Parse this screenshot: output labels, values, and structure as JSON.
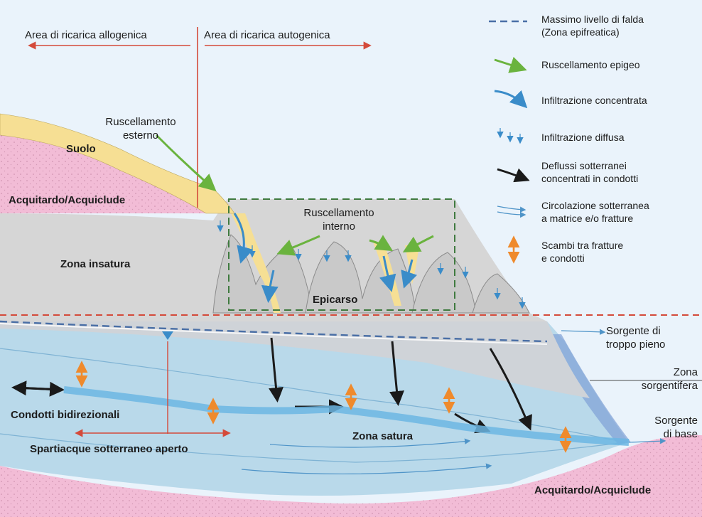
{
  "colors": {
    "sky": "#e9f2fa",
    "soil": "#f6df94",
    "aquitard": "#f2bcd6",
    "unsaturated": "#d6d6d6",
    "saturated": "#b9d9ea",
    "water_table": "#4a6fa6",
    "upper_red": "#d44a3a",
    "runoff_green": "#6ab33e",
    "infiltration_blue": "#3a8cc9",
    "conduit_black": "#1a1a1a",
    "exchange_orange": "#ef8a2c",
    "epikarst_box": "#3f7a3f"
  },
  "top_labels": {
    "allogenic": "Area di ricarica allogenica",
    "autogenic": "Area di ricarica autogenica"
  },
  "zones": {
    "suolo": "Suolo",
    "aquitard_top": "Acquitardo/Acquiclude",
    "insatura": "Zona insatura",
    "epicarso": "Epicarso",
    "satura": "Zona satura",
    "aquitard_bottom": "Acquitardo/Acquiclude"
  },
  "flow_labels": {
    "ruscellamento_esterno": [
      "Ruscellamento",
      "esterno"
    ],
    "ruscellamento_interno": [
      "Ruscellamento",
      "interno"
    ],
    "condotti_bidirezionali": "Condotti bidirezionali",
    "spartiacque": "Spartiacque sotterraneo aperto"
  },
  "spring_labels": {
    "troppo_pieno": [
      "Sorgente di",
      "troppo pieno"
    ],
    "sorgentifera": [
      "Zona",
      "sorgentifera"
    ],
    "base": [
      "Sorgente",
      "di base"
    ]
  },
  "legend": [
    {
      "icon": "dashed-line-icon",
      "lines": [
        "Massimo livello di falda",
        "(Zona epifreatica)"
      ]
    },
    {
      "icon": "green-arrow-icon",
      "lines": [
        "Ruscellamento epigeo"
      ]
    },
    {
      "icon": "blue-curved-arrow-icon",
      "lines": [
        "Infiltrazione concentrata"
      ]
    },
    {
      "icon": "small-blue-arrows-icon",
      "lines": [
        "Infiltrazione diffusa"
      ]
    },
    {
      "icon": "black-arrow-icon",
      "lines": [
        "Deflussi sotterranei",
        "concentrati in condotti"
      ]
    },
    {
      "icon": "thin-blue-arrows-icon",
      "lines": [
        "Circolazione sotterranea",
        "a matrice e/o fratture"
      ]
    },
    {
      "icon": "orange-double-arrow-icon",
      "lines": [
        "Scambi tra fratture",
        "e condotti"
      ]
    }
  ]
}
